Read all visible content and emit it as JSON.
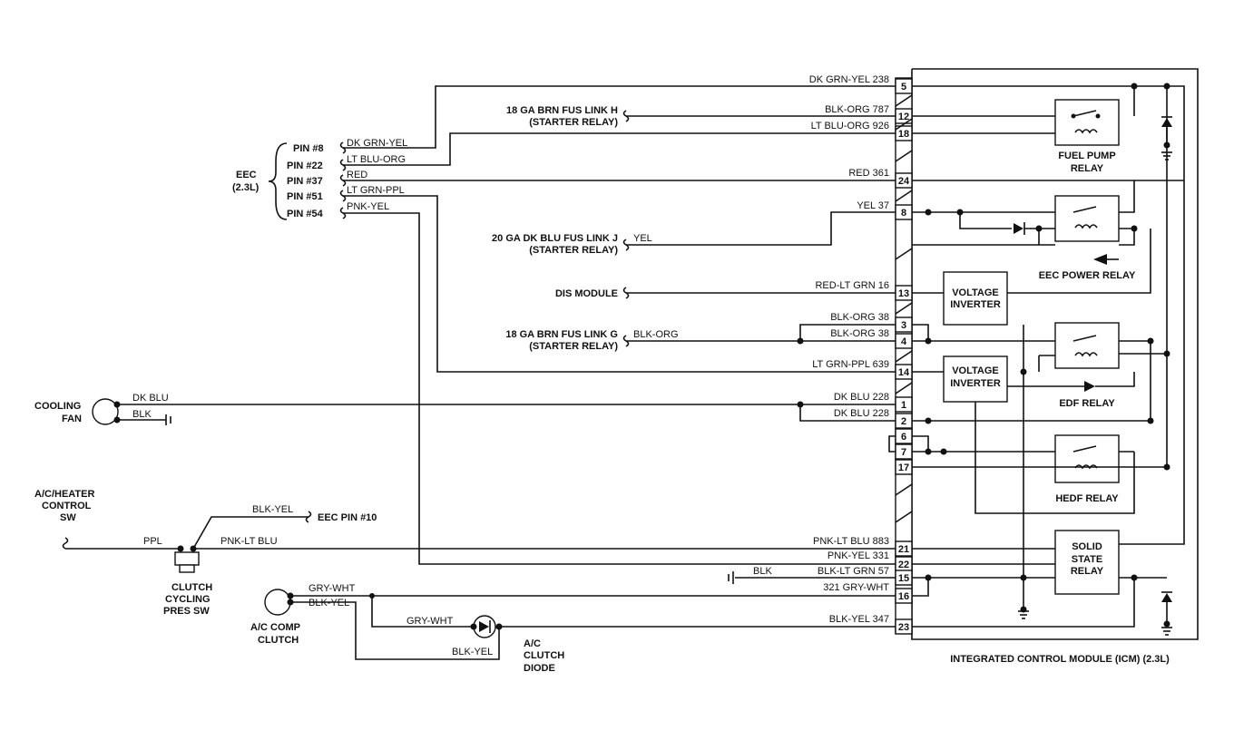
{
  "eec": {
    "title": "EEC",
    "sub": "(2.3L)",
    "pins": [
      "PIN #8",
      "PIN #22",
      "PIN #37",
      "PIN #51",
      "PIN #54"
    ],
    "wires": [
      "DK GRN-YEL",
      "LT BLU-ORG",
      "RED",
      "LT GRN-PPL",
      "PNK-YEL"
    ]
  },
  "sources": {
    "fuse_h_1": "18 GA BRN FUS LINK H",
    "fuse_h_2": "(STARTER RELAY)",
    "fuse_j_1": "20 GA DK BLU FUS LINK J",
    "fuse_j_2": "(STARTER RELAY)",
    "fuse_j_wire": "YEL",
    "dis": "DIS MODULE",
    "fuse_g_1": "18 GA BRN FUS LINK G",
    "fuse_g_2": "(STARTER RELAY)",
    "fuse_g_wire": "BLK-ORG"
  },
  "fan": {
    "name_1": "COOLING",
    "name_2": "FAN",
    "wire1": "DK BLU",
    "wire2": "BLK"
  },
  "ac": {
    "ctrl_1": "A/C/HEATER",
    "ctrl_2": "CONTROL",
    "ctrl_3": "SW",
    "ppl": "PPL",
    "blk_yel": "BLK-YEL",
    "eec_pin10": "EEC PIN #10",
    "pnk_lt_blu": "PNK-LT BLU",
    "clutch_sw_1": "CLUTCH",
    "clutch_sw_2": "CYCLING",
    "clutch_sw_3": "PRES SW",
    "gry_wht_a": "GRY-WHT",
    "blk_yel_a": "BLK-YEL",
    "comp_1": "A/C COMP",
    "comp_2": "CLUTCH",
    "gry_wht_b": "GRY-WHT",
    "blk_yel_b": "BLK-YEL",
    "diode_1": "A/C",
    "diode_2": "CLUTCH",
    "diode_3": "DIODE",
    "blk": "BLK"
  },
  "circuits": [
    {
      "label": "DK GRN-YEL 238",
      "pin": "5"
    },
    {
      "label": "BLK-ORG 787",
      "pin": "12"
    },
    {
      "label": "LT BLU-ORG 926",
      "pin": "18"
    },
    {
      "label": "RED 361",
      "pin": "24"
    },
    {
      "label": "YEL 37",
      "pin": "8"
    },
    {
      "label": "RED-LT GRN 16",
      "pin": "13"
    },
    {
      "label": "BLK-ORG 38",
      "pin": "3"
    },
    {
      "label": "BLK-ORG 38",
      "pin": "4"
    },
    {
      "label": "LT GRN-PPL 639",
      "pin": "14"
    },
    {
      "label": "DK BLU 228",
      "pin": "1"
    },
    {
      "label": "DK BLU 228",
      "pin": "2"
    },
    {
      "label": "",
      "pin": "6"
    },
    {
      "label": "",
      "pin": "7"
    },
    {
      "label": "",
      "pin": "17"
    },
    {
      "label": "PNK-LT BLU 883",
      "pin": "21"
    },
    {
      "label": "PNK-YEL 331",
      "pin": "22"
    },
    {
      "label": "BLK-LT GRN 57",
      "pin": "15"
    },
    {
      "label": "321 GRY-WHT",
      "pin": "16"
    },
    {
      "label": "BLK-YEL 347",
      "pin": "23"
    }
  ],
  "icm": {
    "fuel_pump_1": "FUEL PUMP",
    "fuel_pump_2": "RELAY",
    "eec_power": "EEC POWER RELAY",
    "edf": "EDF RELAY",
    "hedf": "HEDF RELAY",
    "inv1_1": "VOLTAGE",
    "inv1_2": "INVERTER",
    "inv2_1": "VOLTAGE",
    "inv2_2": "INVERTER",
    "ssr_1": "SOLID",
    "ssr_2": "STATE",
    "ssr_3": "RELAY",
    "title": "INTEGRATED CONTROL MODULE (ICM) (2.3L)"
  }
}
